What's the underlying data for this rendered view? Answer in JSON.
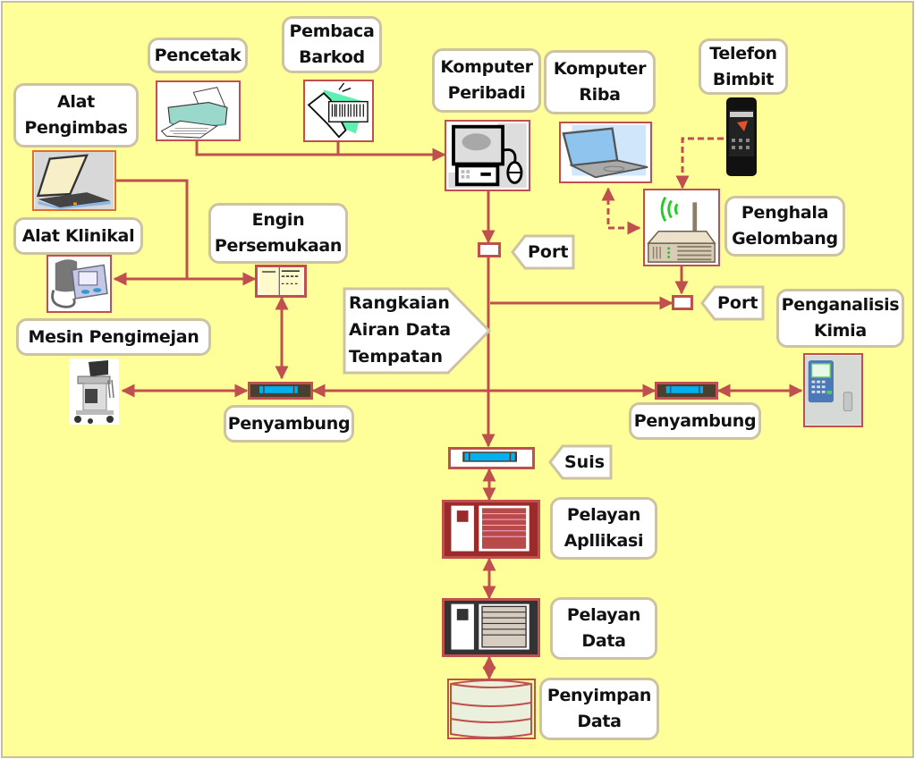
{
  "diagram": {
    "title": "Rangkaian Sistem Maklumat Hospital",
    "colors": {
      "background": "#ffff99",
      "connector": "#c0504d",
      "label_border": "#cdc3a3",
      "switch_blue": "#00b0f0",
      "wireless_green": "#22cc22"
    },
    "nodes": {
      "pencetak": {
        "label": "Pencetak",
        "icon": "printer-icon"
      },
      "pembaca_barkod": {
        "label": "Pembaca\nBarkod",
        "icon": "barcode-reader-icon"
      },
      "komputer_peribadi": {
        "label": "Komputer\nPeribadi",
        "icon": "desktop-computer-icon"
      },
      "komputer_riba": {
        "label": "Komputer\nRiba",
        "icon": "laptop-icon"
      },
      "telefon_bimbit": {
        "label": "Telefon\nBimbit",
        "icon": "mobile-phone-icon"
      },
      "alat_pengimbas": {
        "label": "Alat\nPengimbas",
        "icon": "scanner-icon"
      },
      "alat_klinikal": {
        "label": "Alat Klinikal",
        "icon": "blood-pressure-monitor-icon"
      },
      "engin_persemukaan": {
        "label": "Engin\nPersemukaan",
        "icon": "interface-engine-icon"
      },
      "penghala_gelombang": {
        "label": "Penghala\nGelombang",
        "icon": "wireless-router-icon"
      },
      "mesin_pengimejan": {
        "label": "Mesin Pengimejan",
        "icon": "ultrasound-machine-icon"
      },
      "penganalisis_kimia": {
        "label": "Penganalisis\nKimia",
        "icon": "chemistry-analyzer-icon"
      },
      "penyambung_kiri": {
        "label": "Penyambung",
        "icon": "connector-hub-icon"
      },
      "penyambung_kanan": {
        "label": "Penyambung",
        "icon": "connector-hub-icon"
      },
      "suis": {
        "label": "Suis",
        "icon": "network-switch-icon"
      },
      "port_atas": {
        "label": "Port",
        "icon": "port-icon"
      },
      "port_kanan": {
        "label": "Port",
        "icon": "port-icon"
      },
      "rangkaian": {
        "label": "Rangkaian\nAiran Data\nTempatan"
      },
      "pelayan_aplikasi": {
        "label": "Pelayan\nApllikasi",
        "icon": "application-server-icon"
      },
      "pelayan_data": {
        "label": "Pelayan\nData",
        "icon": "data-server-icon"
      },
      "penyimpan_data": {
        "label": "Penyimpan\nData",
        "icon": "database-storage-icon"
      }
    },
    "links": [
      {
        "from": "pencetak",
        "to": "komputer_peribadi",
        "style": "solid"
      },
      {
        "from": "pembaca_barkod",
        "to": "komputer_peribadi",
        "style": "solid"
      },
      {
        "from": "komputer_peribadi",
        "to": "port_atas",
        "style": "solid"
      },
      {
        "from": "telefon_bimbit",
        "to": "penghala_gelombang",
        "style": "dashed"
      },
      {
        "from": "komputer_riba",
        "to": "penghala_gelombang",
        "style": "dashed"
      },
      {
        "from": "penghala_gelombang",
        "to": "port_kanan",
        "style": "solid"
      },
      {
        "from": "rangkaian",
        "to": "port_kanan",
        "style": "solid"
      },
      {
        "from": "alat_pengimbas",
        "to": "engin_persemukaan",
        "style": "solid"
      },
      {
        "from": "alat_klinikal",
        "to": "engin_persemukaan",
        "style": "solid"
      },
      {
        "from": "engin_persemukaan",
        "to": "penyambung_kiri",
        "style": "solid"
      },
      {
        "from": "mesin_pengimejan",
        "to": "penyambung_kiri",
        "style": "solid"
      },
      {
        "from": "penyambung_kiri",
        "to": "penyambung_kanan",
        "style": "solid"
      },
      {
        "from": "penyambung_kanan",
        "to": "penganalisis_kimia",
        "style": "solid"
      },
      {
        "from": "port_atas",
        "to": "suis",
        "style": "solid"
      },
      {
        "from": "suis",
        "to": "pelayan_aplikasi",
        "style": "solid"
      },
      {
        "from": "pelayan_aplikasi",
        "to": "pelayan_data",
        "style": "solid"
      },
      {
        "from": "pelayan_data",
        "to": "penyimpan_data",
        "style": "solid"
      }
    ]
  }
}
